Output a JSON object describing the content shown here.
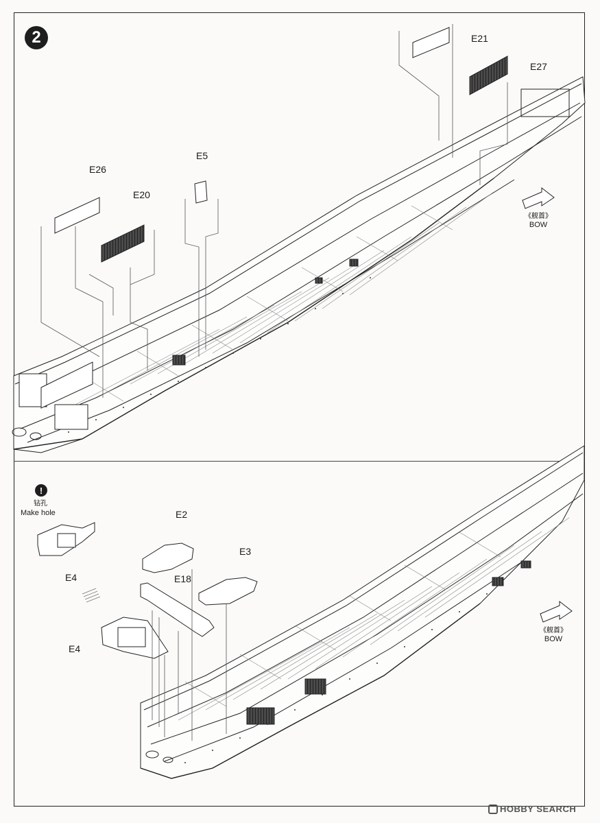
{
  "step": {
    "number": "2"
  },
  "top_assembly": {
    "parts": {
      "e21": "E21",
      "e27": "E27",
      "e26": "E26",
      "e20": "E20",
      "e5": "E5"
    },
    "direction": {
      "cn": "《舰首》",
      "en": "BOW"
    }
  },
  "bottom_assembly": {
    "note": {
      "symbol": "!",
      "cn": "钻孔",
      "en": "Make hole"
    },
    "parts": {
      "e4_top": "E4",
      "e2": "E2",
      "e3": "E3",
      "e18": "E18",
      "e4_bottom": "E4"
    },
    "direction": {
      "cn": "《舰首》",
      "en": "BOW"
    }
  },
  "watermark": {
    "text": "HOBBY SEARCH"
  },
  "colors": {
    "line": "#222222",
    "hatch": "#3a3a3a",
    "paper": "#fbfaf8"
  }
}
